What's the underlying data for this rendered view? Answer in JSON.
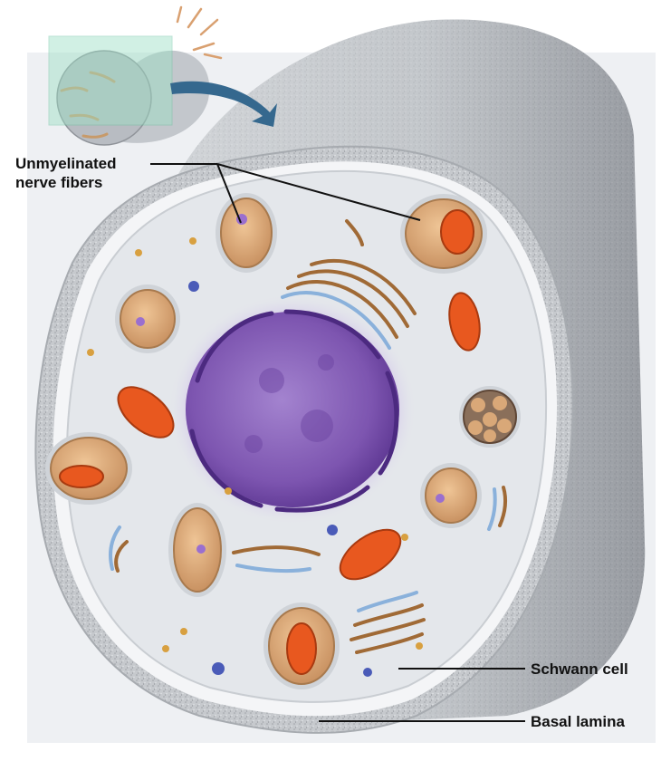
{
  "labels": {
    "fibers_line1": "Unmyelinated",
    "fibers_line2": "nerve fibers",
    "schwann": "Schwann cell",
    "basal": "Basal lamina"
  },
  "colors": {
    "background_panel": "#eef0f3",
    "sheath_outer": "#c9ccd0",
    "sheath_dark": "#8f9399",
    "cytoplasm": "#e6e9ed",
    "basal_ring": "#f4f5f7",
    "axon_fill": "#dcae7e",
    "axon_edge": "#a87a4e",
    "nucleus": "#7d55b0",
    "nucleus_dark": "#4c2a80",
    "mitochondria": "#e8581f",
    "golgi": "#a06a36",
    "er_blue": "#7aa7d8",
    "leader_line": "#111111"
  },
  "icons": {
    "inset": "nerve-inset-icon",
    "arrow": "curved-arrow-icon"
  }
}
